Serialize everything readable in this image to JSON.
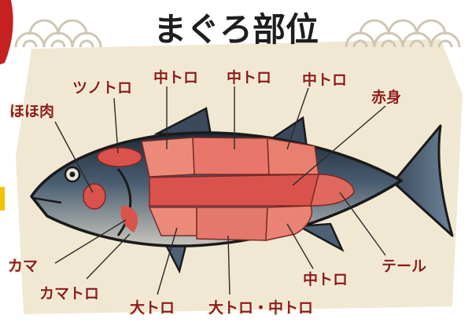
{
  "title": "まぐろ部位",
  "colors": {
    "label": "#8e1c1c",
    "body_dark": "#2a3542",
    "body_mid": "#4d6174",
    "belly": "#d7d2c6",
    "meat_akami": "#d9534c",
    "meat_light": "#ec8a7a",
    "paper": "#f1e8d3",
    "wave": "#d8cfc0"
  },
  "labels": {
    "hohoniku": "ほほ肉",
    "tsunotoro": "ツノトロ",
    "chutoro_1": "中トロ",
    "chutoro_2": "中トロ",
    "chutoro_3": "中トロ",
    "akami": "赤身",
    "kama": "カマ",
    "kamatoro": "カマトロ",
    "otoro": "大トロ",
    "otoro_chutoro": "大トロ・中トロ",
    "chutoro_4": "中トロ",
    "tail": "テール"
  }
}
